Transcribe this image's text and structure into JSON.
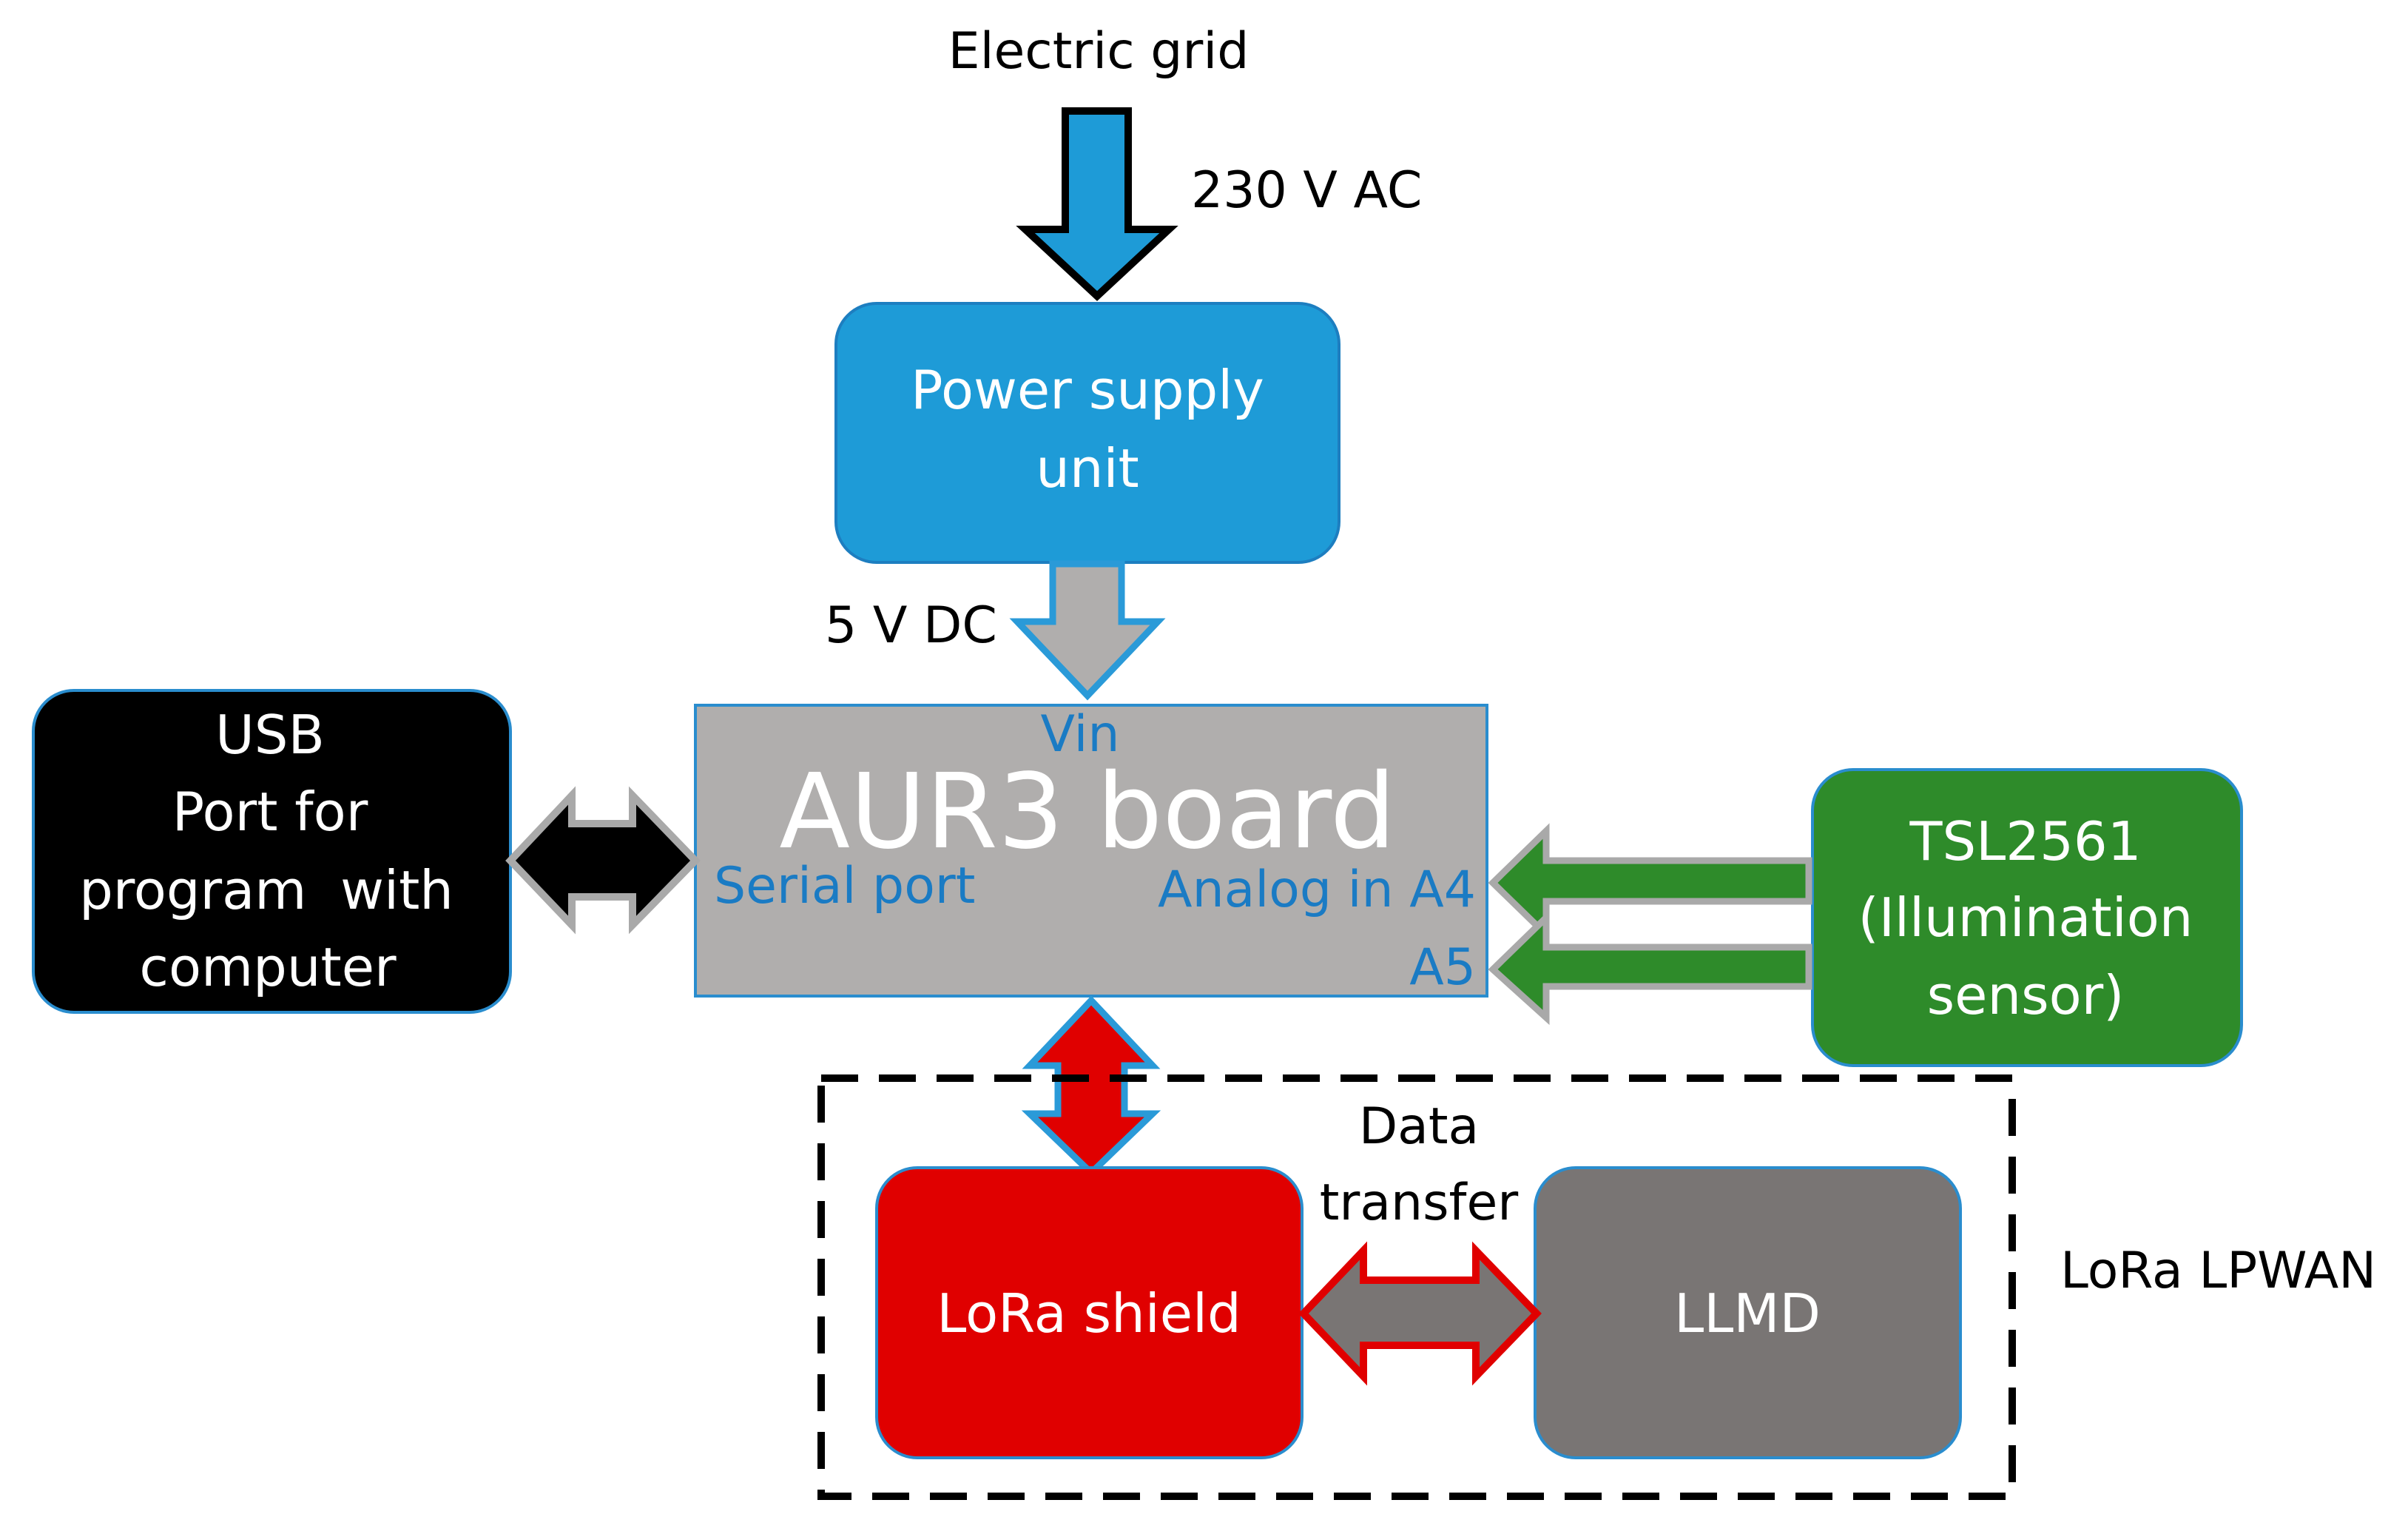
{
  "labels": {
    "electric_grid": "Electric grid",
    "ac_voltage": "230 V AC",
    "dc_voltage": "5 V DC",
    "data_transfer_line1": "Data",
    "data_transfer_line2": "transfer",
    "lora_lpwan": "LoRa LPWAN"
  },
  "blocks": {
    "power_supply": {
      "line1": "Power supply",
      "line2": "unit",
      "color": "#1E9BD7"
    },
    "aur3_board": {
      "title": "AUR3 board",
      "vin": "Vin",
      "serial_port": "Serial port",
      "analog_in": "Analog in A4",
      "a5": "A5",
      "color": "#B0AEAD",
      "pin_color": "#1A7BC4"
    },
    "usb": {
      "line1": "USB",
      "line2": "Port for",
      "line3": "program  with",
      "line4": "computer",
      "color": "#000000"
    },
    "tsl2561": {
      "line1": "TSL2561",
      "line2": "(Illumination",
      "line3": "sensor)",
      "color": "#2E8B2A"
    },
    "lora_shield": {
      "label": "LoRa shield",
      "color": "#E00000"
    },
    "llmd": {
      "label": "LLMD",
      "color": "#797574"
    }
  }
}
